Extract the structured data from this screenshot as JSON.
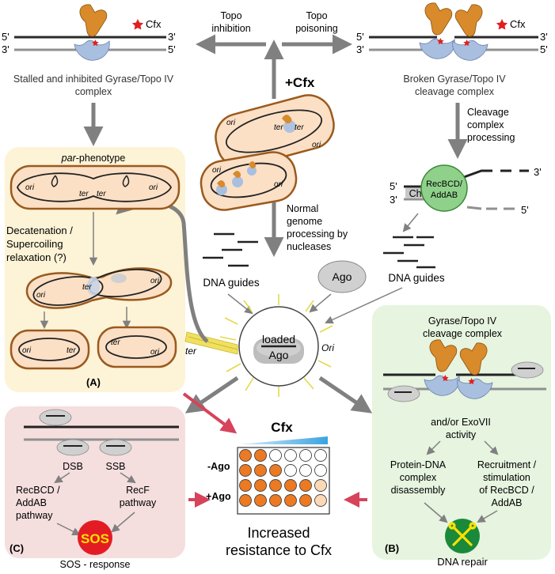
{
  "top_left": {
    "strand_5": "5'",
    "strand_3": "3'",
    "strand_3b": "3'",
    "strand_5b": "5'",
    "cfx_legend": "Cfx",
    "caption_line1": "Stalled and inhibited Gyrase/Topo IV",
    "caption_line2": "complex"
  },
  "top_center": {
    "topo_inhibition_line1": "Topo",
    "topo_inhibition_line2": "inhibition",
    "topo_poisoning_line1": "Topo",
    "topo_poisoning_line2": "poisoning",
    "plus_cfx": "+Cfx",
    "ori_a": "ori",
    "ter_a": "ter",
    "ter_b": "ter",
    "ori_b": "ori",
    "ori_c": "ori",
    "ori_d": "ori",
    "normal_line1": "Normal",
    "normal_line2": "genome",
    "normal_line3": "processing by",
    "normal_line4": "nucleases"
  },
  "top_right": {
    "strand_5": "5'",
    "strand_3": "3'",
    "strand_3b": "3'",
    "strand_5b": "5'",
    "cfx_legend": "Cfx",
    "caption_line1": "Broken Gyrase/Topo IV",
    "caption_line2": "cleavage complex",
    "processing_line1": "Cleavage",
    "processing_line2": "complex",
    "processing_line3": "processing",
    "recbcd_line1": "RecBCD/",
    "recbcd_line2": "AddAB",
    "chi": "Chi",
    "r_5": "5'",
    "r_3": "3'",
    "r_3b": "3'",
    "r_5b": "5'"
  },
  "guides": {
    "left_label": "DNA guides",
    "right_label": "DNA guides",
    "ago": "Ago",
    "loaded_line1": "loaded",
    "loaded_line2": "Ago",
    "ter": "ter",
    "ori": "Ori"
  },
  "panel_a": {
    "title_italic": "par",
    "title_rest": "-phenotype",
    "ori1": "ori",
    "ter1": "ter",
    "ter2": "ter",
    "ori2": "ori",
    "decat_line1": "Decatenation /",
    "decat_line2": "Supercoiling",
    "decat_line3": "relaxation (?)",
    "ori3": "ori",
    "ter3": "ter",
    "ori4": "ori",
    "ori5": "ori",
    "ter5": "ter",
    "ter6": "ter",
    "ori6": "ori",
    "label": "(A)"
  },
  "panel_b": {
    "title_line1": "Gyrase/Topo IV",
    "title_line2": "cleavage complex",
    "exo_line1": "and/or ExoVII",
    "exo_line2": "activity",
    "left_line1": "Protein-DNA",
    "left_line2": "complex",
    "left_line3": "disassembly",
    "right_line1": "Recruitment /",
    "right_line2": "stimulation",
    "right_line3": "of RecBCD /",
    "right_line4": "AddAB",
    "repair": "DNA repair",
    "label": "(B)"
  },
  "panel_c": {
    "dsb": "DSB",
    "ssb": "SSB",
    "recbcd_line1": "RecBCD /",
    "recbcd_line2": "AddAB",
    "recbcd_line3": "pathway",
    "recf_line1": "RecF",
    "recf_line2": "pathway",
    "sos": "SOS",
    "sos_response": "SOS - response",
    "label": "(C)"
  },
  "plate": {
    "cfx": "Cfx",
    "minus_ago": "-Ago",
    "plus_ago": "+Ago",
    "result_line1": "Increased",
    "result_line2": "resistance to Cfx",
    "rows": [
      [
        "orange",
        "orange",
        "white",
        "white",
        "white",
        "white"
      ],
      [
        "orange",
        "orange",
        "orange",
        "white",
        "white",
        "white"
      ],
      [
        "orange",
        "orange",
        "orange",
        "orange",
        "orange",
        "pale"
      ],
      [
        "orange",
        "orange",
        "orange",
        "orange",
        "orange",
        "pale"
      ]
    ]
  },
  "colors": {
    "protein_orange": "#d98a2b",
    "protein_blue": "#a9bfe0",
    "panel_a_bg": "#fdf3d6",
    "panel_b_bg": "#e6f4e0",
    "panel_c_bg": "#f5dede",
    "cell_fill": "#fbe0c6",
    "cell_border": "#9a5a1e",
    "recbcd_green": "#8fd18a",
    "sos_red": "#e31c23",
    "sos_yellow": "#ffe000",
    "repair_green": "#1a8a3a",
    "arrow_gray": "#808080",
    "arrow_red": "#d6435b",
    "well_orange": "#ec7a22",
    "well_pale": "#fbd9b7"
  }
}
